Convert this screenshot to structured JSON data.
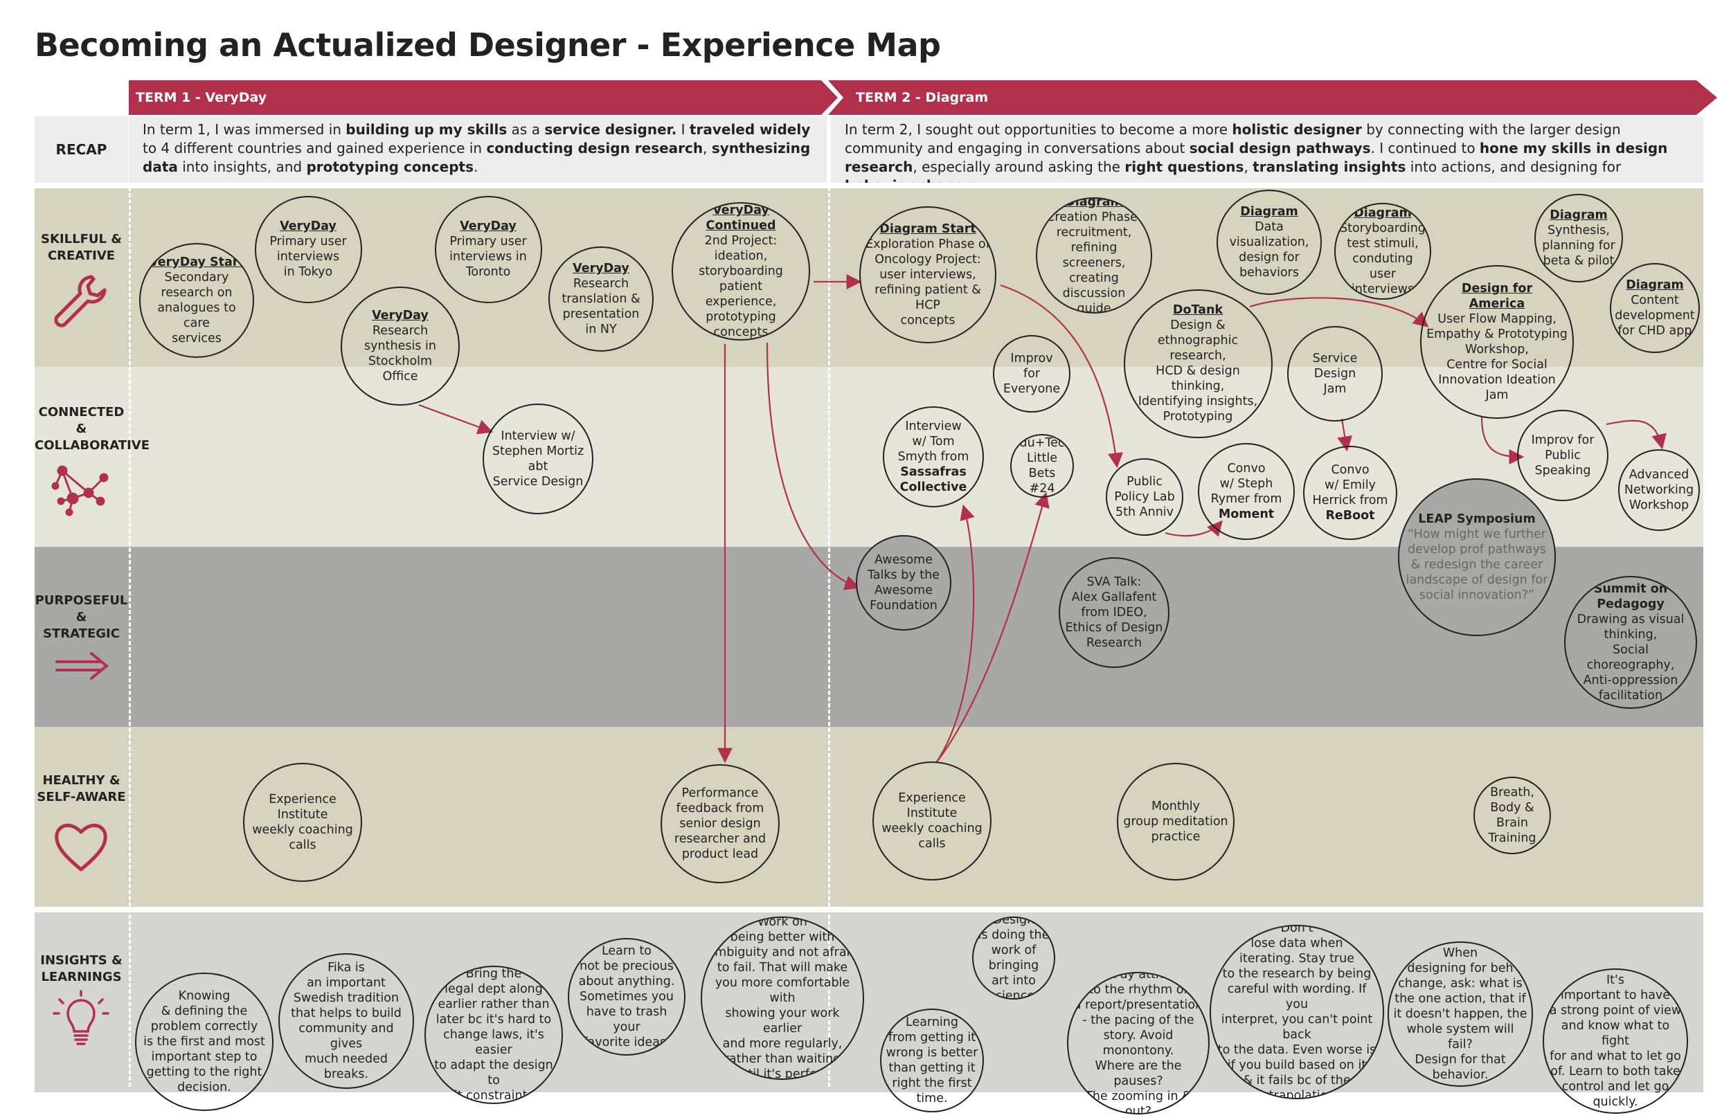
{
  "title": "Becoming an Actualized Designer - Experience Map",
  "colors": {
    "accent": "#b1304c",
    "band_light": "#d6d3bf",
    "band_lighter": "#e6e5da",
    "band_grey": "#a8a8a6",
    "band_insights": "#d4d4d0",
    "recap_bg": "#ececec"
  },
  "terms": {
    "term1": "TERM 1 - VeryDay",
    "term2": "TERM 2 - Diagram"
  },
  "recap": {
    "label": "RECAP",
    "term1": [
      {
        "t": "In term 1, I was immersed in "
      },
      {
        "t": "building up my skills",
        "b": true
      },
      {
        "t": " as a "
      },
      {
        "t": "service designer.",
        "b": true
      },
      {
        "t": " I "
      },
      {
        "t": "traveled widely",
        "b": true
      },
      {
        "t": " to 4 different countries and gained experience in "
      },
      {
        "t": "conducting design research",
        "b": true
      },
      {
        "t": ", "
      },
      {
        "t": "synthesizing data",
        "b": true
      },
      {
        "t": " into insights, and "
      },
      {
        "t": "prototyping concepts",
        "b": true
      },
      {
        "t": "."
      }
    ],
    "term2": [
      {
        "t": "In term 2, I sought out opportunities to become a more "
      },
      {
        "t": "holistic designer",
        "b": true
      },
      {
        "t": " by connecting with the larger design community and engaging in conversations about "
      },
      {
        "t": "social design pathways",
        "b": true
      },
      {
        "t": ". I continued to "
      },
      {
        "t": "hone my skills in design research",
        "b": true
      },
      {
        "t": ", especially around asking the "
      },
      {
        "t": "right questions",
        "b": true
      },
      {
        "t": ", "
      },
      {
        "t": "translating insights",
        "b": true
      },
      {
        "t": " into actions, and designing for "
      },
      {
        "t": "behavior change",
        "b": true
      },
      {
        "t": "."
      }
    ]
  },
  "bands": [
    {
      "key": "skillful",
      "label": "SKILLFUL &\nCREATIVE",
      "icon": "wrench-icon"
    },
    {
      "key": "connected",
      "label": "CONNECTED\n&\nCOLLABORATIVE",
      "icon": "network-icon"
    },
    {
      "key": "purposeful",
      "label": "PURPOSEFUL\n&\nSTRATEGIC",
      "icon": "arrow-right-icon"
    },
    {
      "key": "healthy",
      "label": "HEALTHY &\nSELF-AWARE",
      "icon": "heart-icon"
    },
    {
      "key": "insights",
      "label": "INSIGHTS &\nLEARNINGS",
      "icon": "lightbulb-icon"
    }
  ],
  "nodes": [
    {
      "id": "veryday-start",
      "lines": [
        {
          "t": "VeryDay Start",
          "s": "h"
        },
        {
          "t": "Secondary"
        },
        {
          "t": "research on"
        },
        {
          "t": "analogues to care"
        },
        {
          "t": "services"
        }
      ]
    },
    {
      "id": "veryday-tokyo",
      "lines": [
        {
          "t": "VeryDay",
          "s": "h"
        },
        {
          "t": "Primary user"
        },
        {
          "t": "interviews"
        },
        {
          "t": "in Tokyo"
        }
      ]
    },
    {
      "id": "veryday-stockholm",
      "lines": [
        {
          "t": "VeryDay",
          "s": "h"
        },
        {
          "t": "Research"
        },
        {
          "t": "synthesis in"
        },
        {
          "t": "Stockholm"
        },
        {
          "t": "Office"
        }
      ]
    },
    {
      "id": "veryday-toronto",
      "lines": [
        {
          "t": "VeryDay",
          "s": "h"
        },
        {
          "t": "Primary user"
        },
        {
          "t": "interviews in"
        },
        {
          "t": "Toronto"
        }
      ]
    },
    {
      "id": "veryday-ny",
      "lines": [
        {
          "t": "VeryDay",
          "s": "h"
        },
        {
          "t": "Research"
        },
        {
          "t": "translation &"
        },
        {
          "t": "presentation"
        },
        {
          "t": "in NY"
        }
      ]
    },
    {
      "id": "veryday-continued",
      "lines": [
        {
          "t": "VeryDay Continued",
          "s": "h"
        },
        {
          "t": "2nd Project: ideation,"
        },
        {
          "t": "storyboarding patient"
        },
        {
          "t": "experience,"
        },
        {
          "t": "prototyping"
        },
        {
          "t": "concepts"
        }
      ]
    },
    {
      "id": "diagram-start",
      "lines": [
        {
          "t": "Diagram Start",
          "s": "h"
        },
        {
          "t": "Exploration Phase of"
        },
        {
          "t": "Oncology Project:"
        },
        {
          "t": "user interviews,"
        },
        {
          "t": "refining patient & HCP"
        },
        {
          "t": "concepts"
        }
      ]
    },
    {
      "id": "diagram-creation",
      "lines": [
        {
          "t": "Diagram",
          "s": "h"
        },
        {
          "t": "Creation Phase:"
        },
        {
          "t": "recruitment,"
        },
        {
          "t": "refining screeners,"
        },
        {
          "t": "creating"
        },
        {
          "t": "discussion"
        },
        {
          "t": "guide"
        }
      ]
    },
    {
      "id": "diagram-dataviz",
      "lines": [
        {
          "t": "Diagram",
          "s": "h"
        },
        {
          "t": "Data"
        },
        {
          "t": "visualization,"
        },
        {
          "t": "design for"
        },
        {
          "t": "behaviors"
        }
      ]
    },
    {
      "id": "diagram-storyboarding",
      "lines": [
        {
          "t": "Diagram",
          "s": "h"
        },
        {
          "t": "Storyboarding"
        },
        {
          "t": "test stimuli,"
        },
        {
          "t": "conduting user"
        },
        {
          "t": "interviews"
        }
      ]
    },
    {
      "id": "diagram-synthesis",
      "lines": [
        {
          "t": "Diagram",
          "s": "h"
        },
        {
          "t": "Synthesis,"
        },
        {
          "t": "planning for"
        },
        {
          "t": "beta & pilot"
        }
      ]
    },
    {
      "id": "diagram-content",
      "lines": [
        {
          "t": "Diagram",
          "s": "h"
        },
        {
          "t": "Content"
        },
        {
          "t": "development"
        },
        {
          "t": "for CHD app"
        }
      ]
    },
    {
      "id": "dotank",
      "lines": [
        {
          "t": "DoTank",
          "s": "h"
        },
        {
          "t": "Design &"
        },
        {
          "t": "ethnographic research,"
        },
        {
          "t": "HCD & design thinking,"
        },
        {
          "t": "Identifying insights,"
        },
        {
          "t": "Prototyping"
        }
      ]
    },
    {
      "id": "design-for-america",
      "lines": [
        {
          "t": "Design for",
          "s": "h"
        },
        {
          "t": "America",
          "s": "h"
        },
        {
          "t": "User Flow Mapping,"
        },
        {
          "t": "Empathy & Prototyping"
        },
        {
          "t": "Workshop,"
        },
        {
          "t": "Centre for Social"
        },
        {
          "t": "Innovation Ideation"
        },
        {
          "t": "Jam"
        }
      ]
    },
    {
      "id": "service-design-jam",
      "lines": [
        {
          "t": "Service"
        },
        {
          "t": "Design"
        },
        {
          "t": "Jam"
        }
      ]
    },
    {
      "id": "improv-everyone",
      "lines": [
        {
          "t": "Improv"
        },
        {
          "t": "for"
        },
        {
          "t": "Everyone"
        }
      ]
    },
    {
      "id": "interview-mortiz",
      "lines": [
        {
          "t": "Interview w/"
        },
        {
          "t": "Stephen Mortiz abt"
        },
        {
          "t": "Service Design"
        }
      ]
    },
    {
      "id": "interview-tom",
      "lines": [
        {
          "t": "Interview"
        },
        {
          "t": "w/ Tom"
        },
        {
          "t": "Smyth from"
        },
        {
          "t": "Sassafras",
          "s": "b"
        },
        {
          "t": "Collective",
          "s": "b"
        }
      ]
    },
    {
      "id": "edutech",
      "lines": [
        {
          "t": "Edu+Tech"
        },
        {
          "t": "Little Bets"
        },
        {
          "t": "#24"
        }
      ]
    },
    {
      "id": "public-policy-lab",
      "lines": [
        {
          "t": "Public"
        },
        {
          "t": "Policy Lab"
        },
        {
          "t": "5th Anniv"
        }
      ]
    },
    {
      "id": "convo-steph",
      "lines": [
        {
          "t": "Convo"
        },
        {
          "t": "w/ Steph"
        },
        {
          "t": "Rymer from"
        },
        {
          "t": "Moment",
          "s": "b"
        }
      ]
    },
    {
      "id": "convo-emily",
      "lines": [
        {
          "t": "Convo"
        },
        {
          "t": "w/ Emily"
        },
        {
          "t": "Herrick from"
        },
        {
          "t": "ReBoot",
          "s": "b"
        }
      ]
    },
    {
      "id": "improv-public",
      "lines": [
        {
          "t": "Improv for"
        },
        {
          "t": "Public"
        },
        {
          "t": "Speaking"
        }
      ]
    },
    {
      "id": "advanced-networking",
      "lines": [
        {
          "t": "Advanced"
        },
        {
          "t": "Networking"
        },
        {
          "t": "Workshop"
        }
      ]
    },
    {
      "id": "leap-symposium",
      "lines": [
        {
          "t": "LEAP Symposium",
          "s": "b"
        },
        {
          "t": "“How might we further",
          "s": "q"
        },
        {
          "t": "develop prof pathways",
          "s": "q"
        },
        {
          "t": "& redesign the career",
          "s": "q"
        },
        {
          "t": "landscape of design for",
          "s": "q"
        },
        {
          "t": "social innovation?”",
          "s": "q"
        }
      ]
    },
    {
      "id": "awesome-talks",
      "lines": [
        {
          "t": "Awesome"
        },
        {
          "t": "Talks by the"
        },
        {
          "t": "Awesome"
        },
        {
          "t": "Foundation"
        }
      ]
    },
    {
      "id": "sva-talk",
      "lines": [
        {
          "t": "SVA Talk:"
        },
        {
          "t": "Alex Gallafent"
        },
        {
          "t": "from IDEO,"
        },
        {
          "t": "Ethics of Design"
        },
        {
          "t": "Research"
        }
      ]
    },
    {
      "id": "summit-pedagogy",
      "lines": [
        {
          "t": "Summit on",
          "s": "b"
        },
        {
          "t": "Pedagogy",
          "s": "b"
        },
        {
          "t": "Drawing as visual"
        },
        {
          "t": "thinking,"
        },
        {
          "t": "Social choreography,"
        },
        {
          "t": "Anti-oppression"
        },
        {
          "t": "facilitation"
        }
      ]
    },
    {
      "id": "experience-institute-1",
      "lines": [
        {
          "t": "Experience"
        },
        {
          "t": "Institute"
        },
        {
          "t": "weekly coaching"
        },
        {
          "t": "calls"
        }
      ]
    },
    {
      "id": "performance-feedback",
      "lines": [
        {
          "t": "Performance"
        },
        {
          "t": "feedback from"
        },
        {
          "t": "senior design"
        },
        {
          "t": "researcher and"
        },
        {
          "t": "product lead"
        }
      ]
    },
    {
      "id": "experience-institute-2",
      "lines": [
        {
          "t": "Experience"
        },
        {
          "t": "Institute"
        },
        {
          "t": "weekly coaching"
        },
        {
          "t": "calls"
        }
      ]
    },
    {
      "id": "monthly-meditation",
      "lines": [
        {
          "t": "Monthly"
        },
        {
          "t": "group meditation"
        },
        {
          "t": "practice"
        }
      ]
    },
    {
      "id": "breath-body-brain",
      "lines": [
        {
          "t": "Breath,"
        },
        {
          "t": "Body & Brain"
        },
        {
          "t": "Training"
        }
      ]
    },
    {
      "id": "insight-knowing",
      "lines": [
        {
          "t": "Knowing"
        },
        {
          "t": "& defining the"
        },
        {
          "t": "problem correctly"
        },
        {
          "t": "is the first and most"
        },
        {
          "t": "important step to"
        },
        {
          "t": "getting to the right"
        },
        {
          "t": "decision."
        }
      ]
    },
    {
      "id": "insight-fika",
      "lines": [
        {
          "t": "Fika is"
        },
        {
          "t": "an important"
        },
        {
          "t": "Swedish tradition"
        },
        {
          "t": "that helps to build"
        },
        {
          "t": "community and gives"
        },
        {
          "t": "much needed"
        },
        {
          "t": "breaks."
        }
      ]
    },
    {
      "id": "insight-legal",
      "lines": [
        {
          "t": "Bring the"
        },
        {
          "t": "legal dept along"
        },
        {
          "t": "earlier rather than"
        },
        {
          "t": "later bc it's hard to"
        },
        {
          "t": "change laws, it's easier"
        },
        {
          "t": "to adapt the design to"
        },
        {
          "t": "fit constraints."
        }
      ]
    },
    {
      "id": "insight-precious",
      "lines": [
        {
          "t": "Learn to"
        },
        {
          "t": "not be precious"
        },
        {
          "t": "about anything."
        },
        {
          "t": "Sometimes you"
        },
        {
          "t": "have to trash your"
        },
        {
          "t": "favorite ideas."
        }
      ]
    },
    {
      "id": "insight-ambiguity",
      "lines": [
        {
          "t": "Work on"
        },
        {
          "t": "being better with"
        },
        {
          "t": "ambiguity and not afraid"
        },
        {
          "t": "to fail. That will make"
        },
        {
          "t": "you more comfortable with"
        },
        {
          "t": "showing your work earlier"
        },
        {
          "t": "and more regularly,"
        },
        {
          "t": "rather than waiting"
        },
        {
          "t": "until it's perfect."
        }
      ]
    },
    {
      "id": "insight-wrong",
      "lines": [
        {
          "t": "Learning"
        },
        {
          "t": "from getting it"
        },
        {
          "t": "wrong is better"
        },
        {
          "t": "than getting it"
        },
        {
          "t": "right the first"
        },
        {
          "t": "time."
        }
      ]
    },
    {
      "id": "insight-art",
      "lines": [
        {
          "t": "Design"
        },
        {
          "t": "is doing the"
        },
        {
          "t": "work of bringing"
        },
        {
          "t": "art into"
        },
        {
          "t": "science."
        }
      ]
    },
    {
      "id": "insight-rhythm",
      "lines": [
        {
          "t": "Pay attn"
        },
        {
          "t": "to the rhythm of"
        },
        {
          "t": "a report/presentation"
        },
        {
          "t": "- the pacing of the"
        },
        {
          "t": "story. Avoid monontony."
        },
        {
          "t": "Where are the pauses?"
        },
        {
          "t": "The zooming in &"
        },
        {
          "t": "out?"
        }
      ]
    },
    {
      "id": "insight-data",
      "lines": [
        {
          "t": "Don't"
        },
        {
          "t": "lose data when"
        },
        {
          "t": "iterating. Stay true"
        },
        {
          "t": "to the research by being"
        },
        {
          "t": "careful with wording. If you"
        },
        {
          "t": "interpret, you can't point back"
        },
        {
          "t": "to the data. Even worse is"
        },
        {
          "t": "if you build based on it"
        },
        {
          "t": "& it fails bc of the"
        },
        {
          "t": "extrapolation."
        }
      ]
    },
    {
      "id": "insight-behavior",
      "lines": [
        {
          "t": "When"
        },
        {
          "t": "designing for beh"
        },
        {
          "t": "change, ask: what is"
        },
        {
          "t": "the one action, that if"
        },
        {
          "t": "it doesn't happen, the"
        },
        {
          "t": "whole system will fail?"
        },
        {
          "t": "Design for that"
        },
        {
          "t": "behavior."
        }
      ]
    },
    {
      "id": "insight-fight",
      "lines": [
        {
          "t": "It's"
        },
        {
          "t": "important to have"
        },
        {
          "t": "a strong point of view"
        },
        {
          "t": "and know what to fight"
        },
        {
          "t": "for and what to let go"
        },
        {
          "t": "of. Learn to both take"
        },
        {
          "t": "control and let go"
        },
        {
          "t": "quickly."
        }
      ]
    }
  ]
}
